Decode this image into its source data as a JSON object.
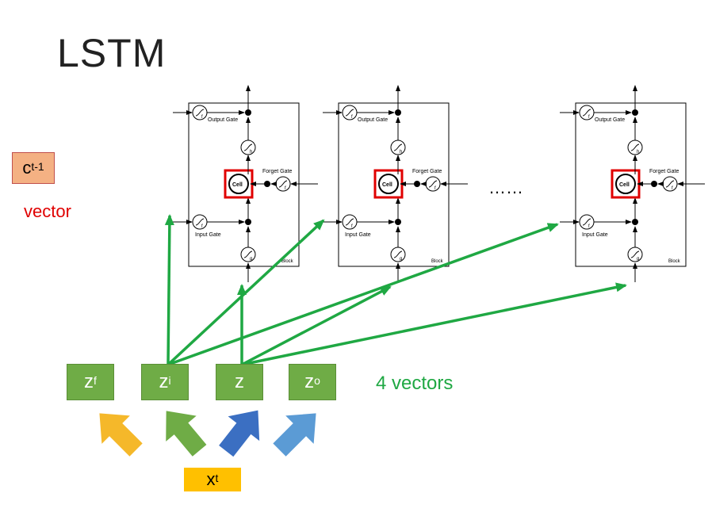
{
  "title": "LSTM",
  "ct_prev": {
    "base": "c",
    "sup": "t-1",
    "note": "vector"
  },
  "block_labels": {
    "output_gate": "Output Gate",
    "input_gate": "Input Gate",
    "forget_gate": "Forget Gate",
    "cell": "Cell",
    "block": "Block",
    "f": "f",
    "h": "h",
    "g": "g"
  },
  "ellipsis": "……",
  "vectors": [
    {
      "id": "zf",
      "base": "z",
      "sup": "f"
    },
    {
      "id": "zi",
      "base": "z",
      "sup": "i"
    },
    {
      "id": "z",
      "base": "z",
      "sup": ""
    },
    {
      "id": "zo",
      "base": "z",
      "sup": "o"
    }
  ],
  "vectors_label": "4 vectors",
  "input": {
    "base": "x",
    "sup": "t"
  },
  "colors": {
    "green_box": "#6fac46",
    "green_arrow": "#1fa843",
    "red": "#e00000",
    "orange_box": "#f4b183",
    "yellow_box": "#ffc000",
    "cell_highlight": "#e00000"
  }
}
